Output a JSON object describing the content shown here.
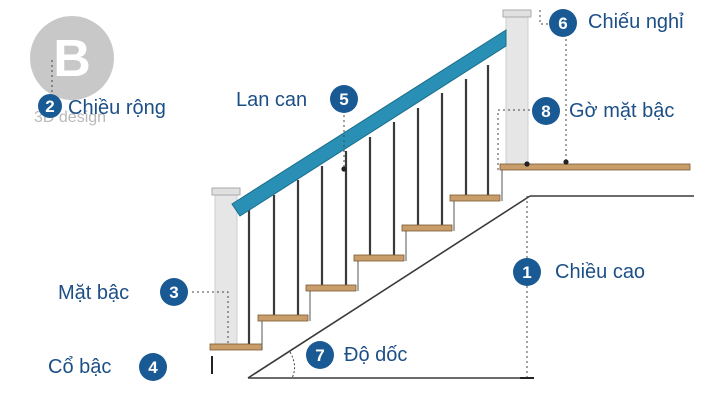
{
  "logo": {
    "mark": "B",
    "text": "3D design"
  },
  "colors": {
    "label": "#1c4f86",
    "badge": "#1a5a94",
    "handrail": "#2a8fb4",
    "tread": "#c99d6a",
    "baluster": "#3a3a3a",
    "newel": "#e4e4e4",
    "guide": "#444444"
  },
  "labels": [
    {
      "id": "l6",
      "num": "6",
      "text": "Chiếu nghỉ"
    },
    {
      "id": "l2",
      "num": "2",
      "text": "Chiều rộng"
    },
    {
      "id": "l5",
      "num": "5",
      "text": "Lan can"
    },
    {
      "id": "l8",
      "num": "8",
      "text": "Gờ mặt bậc"
    },
    {
      "id": "l1",
      "num": "1",
      "text": "Chiều cao"
    },
    {
      "id": "l3",
      "num": "3",
      "text": "Mặt bậc"
    },
    {
      "id": "l4",
      "num": "4",
      "text": "Cổ bậc"
    },
    {
      "id": "l7",
      "num": "7",
      "text": "Độ dốc"
    }
  ]
}
